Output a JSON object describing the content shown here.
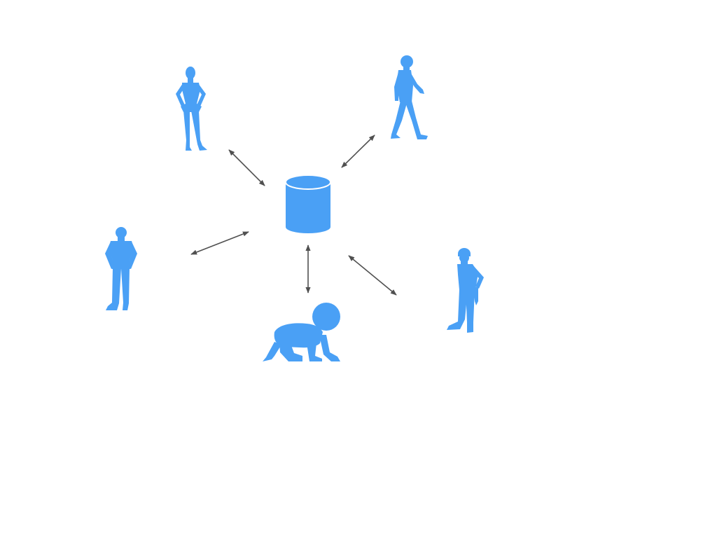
{
  "colors": {
    "figure": "#4aa0f5",
    "arrow": "#505050",
    "background": "#ffffff",
    "highlight": "#ffffff"
  },
  "diagram": {
    "hub": {
      "icon": "database-cylinder-icon"
    },
    "nodes": [
      {
        "id": "woman",
        "icon": "woman-standing-icon"
      },
      {
        "id": "walking-man",
        "icon": "man-walking-icon"
      },
      {
        "id": "standing-man",
        "icon": "man-standing-icon"
      },
      {
        "id": "baby",
        "icon": "baby-crawling-icon"
      },
      {
        "id": "worker",
        "icon": "construction-worker-icon"
      }
    ],
    "connections": [
      {
        "from": "hub",
        "to": "woman",
        "direction": "bidirectional"
      },
      {
        "from": "hub",
        "to": "walking-man",
        "direction": "bidirectional"
      },
      {
        "from": "hub",
        "to": "standing-man",
        "direction": "bidirectional"
      },
      {
        "from": "hub",
        "to": "baby",
        "direction": "bidirectional"
      },
      {
        "from": "hub",
        "to": "worker",
        "direction": "bidirectional"
      }
    ]
  }
}
